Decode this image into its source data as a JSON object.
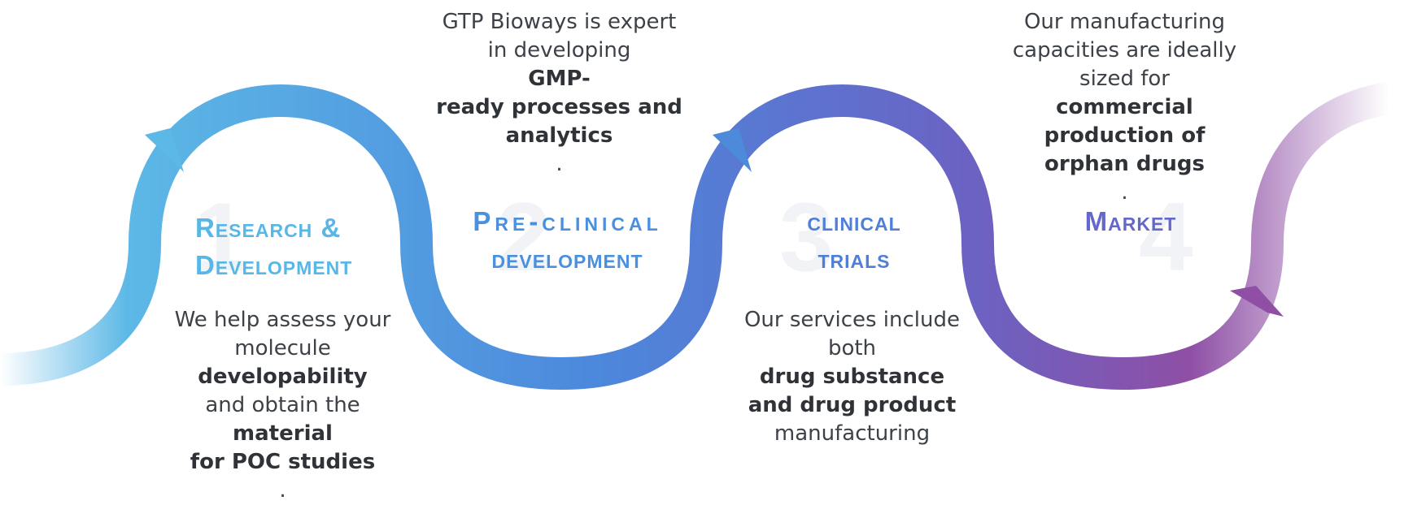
{
  "stages": [
    {
      "number": "1",
      "title_lines": [
        "Research &",
        "Development"
      ],
      "color": "#58b7e6",
      "description_lines": [
        [
          {
            "t": "We help assess your",
            "b": false
          }
        ],
        [
          {
            "t": "molecule ",
            "b": false
          },
          {
            "t": "developability",
            "b": true
          }
        ],
        [
          {
            "t": "and obtain the ",
            "b": false
          },
          {
            "t": "material",
            "b": true
          }
        ],
        [
          {
            "t": "for POC studies",
            "b": true
          },
          {
            "t": ".",
            "b": false
          }
        ]
      ]
    },
    {
      "number": "2",
      "title_lines": [
        "Pre-clinical",
        "development"
      ],
      "color": "#4a90df",
      "description_lines": [
        [
          {
            "t": "GTP Bioways is expert",
            "b": false
          }
        ],
        [
          {
            "t": "in developing ",
            "b": false
          },
          {
            "t": "GMP-",
            "b": true
          }
        ],
        [
          {
            "t": "ready processes and",
            "b": true
          }
        ],
        [
          {
            "t": "analytics",
            "b": true
          },
          {
            "t": ".",
            "b": false
          }
        ]
      ]
    },
    {
      "number": "3",
      "title_lines": [
        "clinical",
        "trials"
      ],
      "color": "#4f7fd8",
      "description_lines": [
        [
          {
            "t": "Our services include",
            "b": false
          }
        ],
        [
          {
            "t": "both ",
            "b": false
          },
          {
            "t": "drug substance",
            "b": true
          }
        ],
        [
          {
            "t": "and drug product",
            "b": true
          }
        ],
        [
          {
            "t": "manufacturing",
            "b": false
          }
        ]
      ]
    },
    {
      "number": "4",
      "title_lines": [
        "Market"
      ],
      "color": "#6468cc",
      "description_lines": [
        [
          {
            "t": "Our manufacturing",
            "b": false
          }
        ],
        [
          {
            "t": "capacities are ideally",
            "b": false
          }
        ],
        [
          {
            "t": "sized for ",
            "b": false
          },
          {
            "t": "commercial",
            "b": true
          }
        ],
        [
          {
            "t": "production of",
            "b": true
          }
        ],
        [
          {
            "t": "orphan drugs",
            "b": true
          },
          {
            "t": ".",
            "b": false
          }
        ]
      ]
    }
  ],
  "wave_colors": {
    "start": "#5cb8e6",
    "middle": "#4c88dc",
    "violet": "#6a63c4",
    "end": "#8e4fa5"
  }
}
